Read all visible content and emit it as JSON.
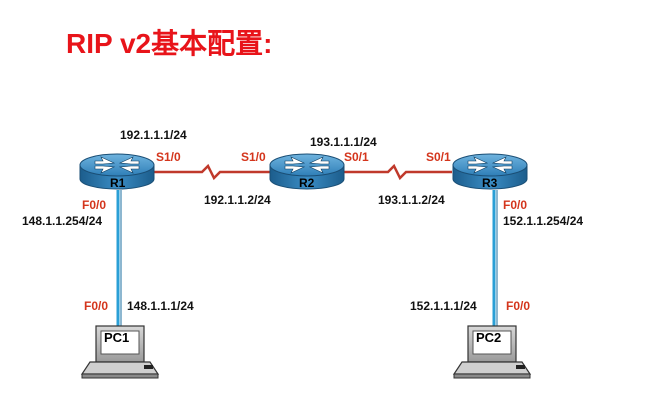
{
  "title": "RIP v2基本配置:",
  "routers": [
    {
      "name": "R1"
    },
    {
      "name": "R2"
    },
    {
      "name": "R3"
    }
  ],
  "pcs": [
    {
      "name": "PC1"
    },
    {
      "name": "PC2"
    }
  ],
  "links": {
    "r1_r2": {
      "r1_if": "S1/0",
      "r1_ip": "192.1.1.1/24",
      "r2_if": "S1/0",
      "r2_ip": "192.1.1.2/24",
      "line_color": "#c0392b"
    },
    "r2_r3": {
      "r2_if": "S0/1",
      "r2_ip": "193.1.1.1/24",
      "r3_if": "S0/1",
      "r3_ip": "193.1.1.2/24",
      "line_color": "#c0392b"
    },
    "r1_pc1": {
      "r1_if": "F0/0",
      "r1_ip": "148.1.1.254/24",
      "pc_if": "F0/0",
      "pc_ip": "148.1.1.1/24",
      "line_color": "#2a9fd6"
    },
    "r3_pc2": {
      "r3_if": "F0/0",
      "r3_ip": "152.1.1.254/24",
      "pc_if": "F0/0",
      "pc_ip": "152.1.1.1/24",
      "line_color": "#2a9fd6"
    }
  },
  "colors": {
    "title": "#e8141a",
    "interface_label": "#d4351c",
    "router_body": "#2f7fb8"
  }
}
